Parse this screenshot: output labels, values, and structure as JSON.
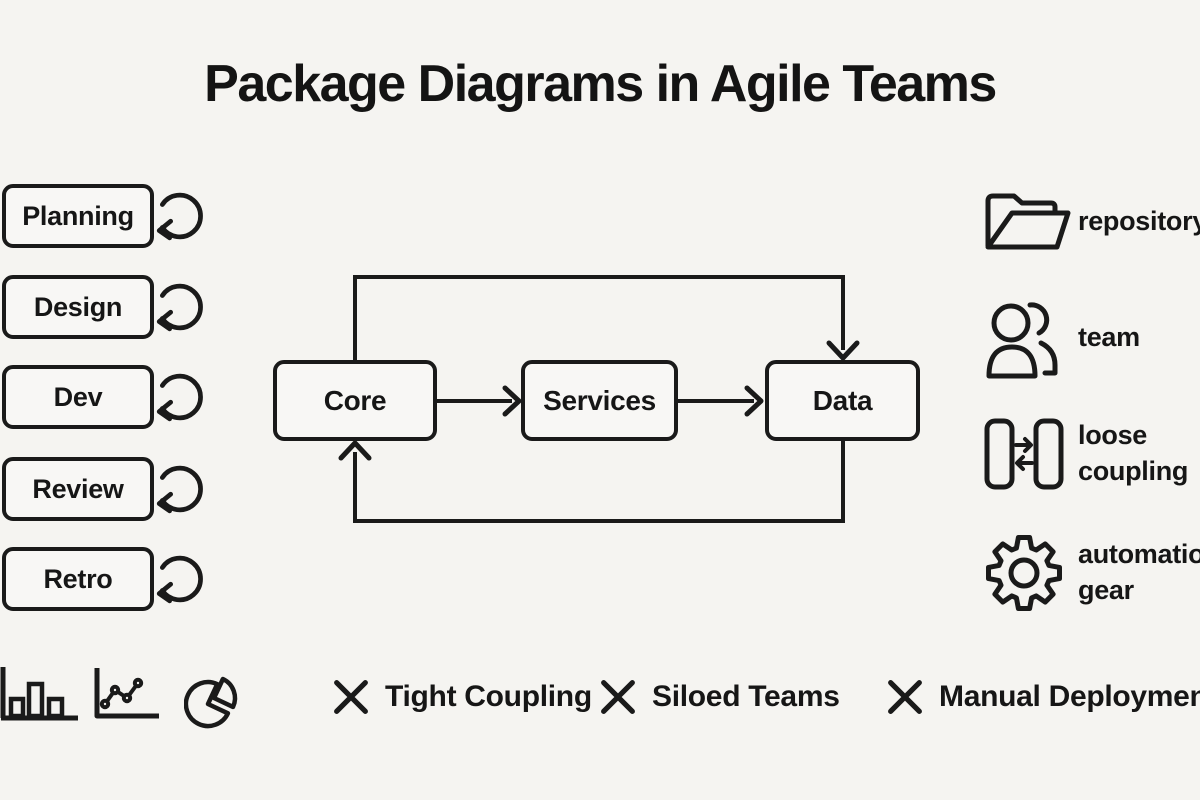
{
  "title": "Package Diagrams in Agile Teams",
  "colors": {
    "background": "#f5f4f1",
    "ink": "#1a1a1a",
    "box_fill": "#f8f7f5"
  },
  "sprint_stages": [
    {
      "label": "Planning",
      "icon": "loop-arrow-icon"
    },
    {
      "label": "Design",
      "icon": "loop-arrow-icon"
    },
    {
      "label": "Dev",
      "icon": "loop-arrow-icon"
    },
    {
      "label": "Review",
      "icon": "loop-arrow-icon"
    },
    {
      "label": "Retro",
      "icon": "loop-arrow-icon"
    }
  ],
  "package_flow": {
    "nodes": [
      {
        "label": "Core"
      },
      {
        "label": "Services"
      },
      {
        "label": "Data"
      }
    ],
    "edges": [
      "Core -> Services",
      "Services -> Data",
      "Core -> Data (top feedback line)",
      "Data -> Core (bottom feedback line)"
    ]
  },
  "legend": [
    {
      "icon": "folder-icon",
      "label": "repository"
    },
    {
      "icon": "team-icon",
      "label": "team"
    },
    {
      "icon": "loose-coupling-icon",
      "label": "loose coupling"
    },
    {
      "icon": "gear-icon",
      "label": "automation gear"
    }
  ],
  "chart_icons": [
    {
      "name": "bar-chart-icon"
    },
    {
      "name": "line-chart-icon"
    },
    {
      "name": "pie-chart-icon"
    }
  ],
  "antipatterns": [
    {
      "icon": "x-icon",
      "label": "Tight Coupling"
    },
    {
      "icon": "x-icon",
      "label": "Siloed Teams"
    },
    {
      "icon": "x-icon",
      "label": "Manual Deployment"
    }
  ]
}
